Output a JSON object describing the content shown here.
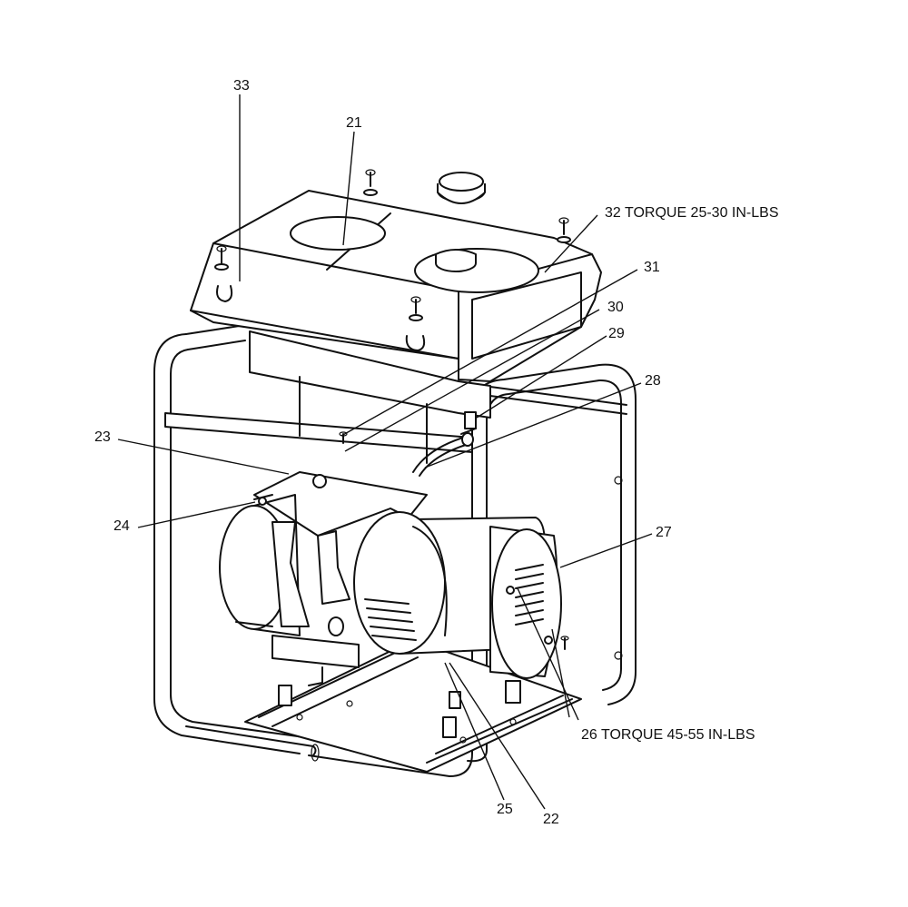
{
  "diagram": {
    "callouts": [
      {
        "id": "33",
        "text": "33"
      },
      {
        "id": "21",
        "text": "21"
      },
      {
        "id": "32",
        "text": "32  TORQUE 25-30 IN-LBS"
      },
      {
        "id": "31",
        "text": "31"
      },
      {
        "id": "30",
        "text": "30"
      },
      {
        "id": "29",
        "text": "29"
      },
      {
        "id": "28",
        "text": "28"
      },
      {
        "id": "23",
        "text": "23"
      },
      {
        "id": "24",
        "text": "24"
      },
      {
        "id": "27",
        "text": "27"
      },
      {
        "id": "26",
        "text": "26  TORQUE 45-55 IN-LBS"
      },
      {
        "id": "25",
        "text": "25"
      },
      {
        "id": "22",
        "text": "22"
      }
    ]
  }
}
